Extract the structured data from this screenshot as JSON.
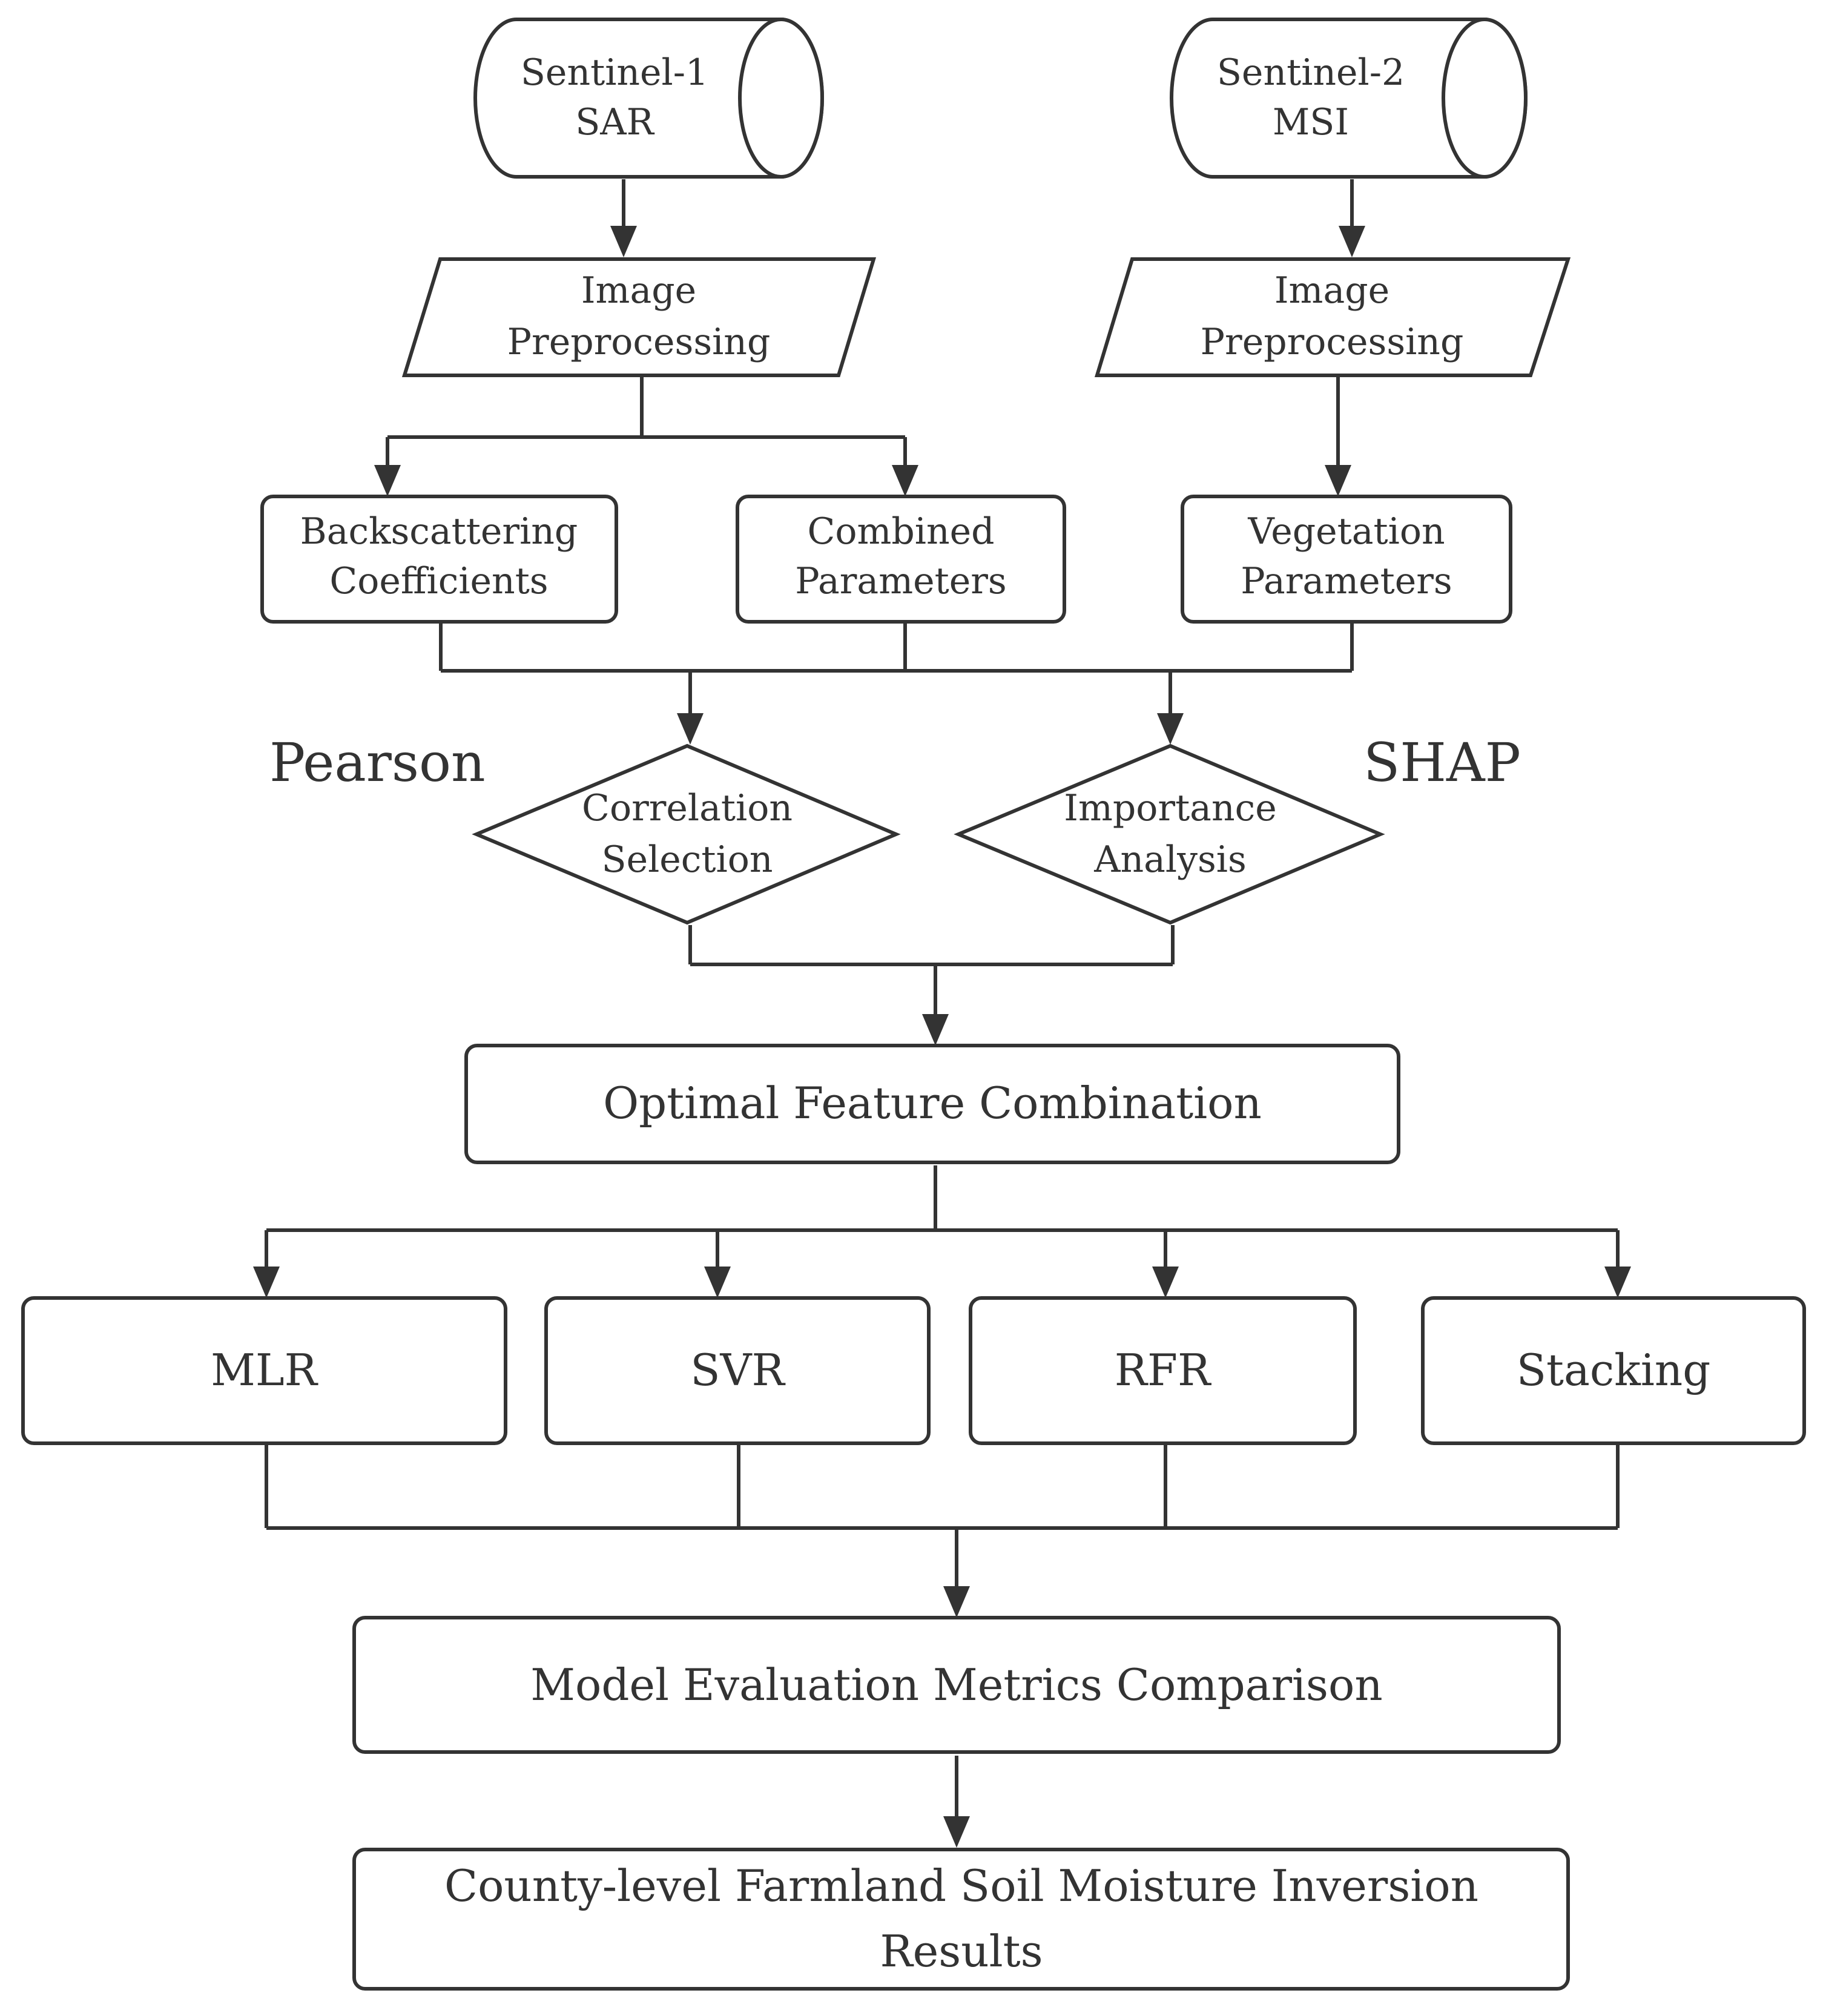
{
  "nodes": {
    "s1": {
      "line1": "Sentinel-1",
      "line2": "SAR"
    },
    "s2": {
      "line1": "Sentinel-2",
      "line2": "MSI"
    },
    "pre_left": {
      "line1": "Image",
      "line2": "Preprocessing"
    },
    "pre_right": {
      "line1": "Image",
      "line2": "Preprocessing"
    },
    "backscatter": {
      "line1": "Backscattering",
      "line2": "Coefficients"
    },
    "combined": {
      "line1": "Combined",
      "line2": "Parameters"
    },
    "vegetation": {
      "line1": "Vegetation",
      "line2": "Parameters"
    },
    "correlation": {
      "line1": "Correlation",
      "line2": "Selection"
    },
    "importance": {
      "line1": "Importance",
      "line2": "Analysis"
    },
    "optimal": {
      "label": "Optimal Feature Combination"
    },
    "mlr": {
      "label": "MLR"
    },
    "svr": {
      "label": "SVR"
    },
    "rfr": {
      "label": "RFR"
    },
    "stacking": {
      "label": "Stacking"
    },
    "evaluation": {
      "label": "Model Evaluation Metrics Comparison"
    },
    "results": {
      "line1": "County-level Farmland Soil Moisture Inversion",
      "line2": "Results"
    }
  },
  "side_labels": {
    "pearson": "Pearson",
    "shap": "SHAP"
  }
}
